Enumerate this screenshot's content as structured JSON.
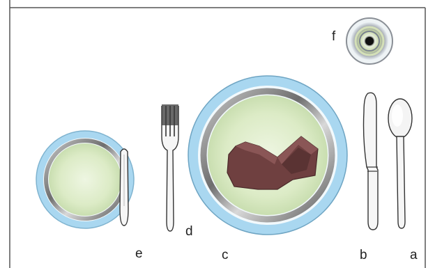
{
  "diagram": {
    "items": [
      {
        "id": "a",
        "label": "a",
        "object": "spoon-icon"
      },
      {
        "id": "b",
        "label": "b",
        "object": "knife-icon"
      },
      {
        "id": "c",
        "label": "c",
        "object": "dinner-plate-with-napkin"
      },
      {
        "id": "d",
        "label": "d",
        "object": "fork-icon"
      },
      {
        "id": "e",
        "label": "e",
        "object": "bread-plate-with-butter-knife"
      },
      {
        "id": "f",
        "label": "f",
        "object": "glass-top-view-icon"
      }
    ],
    "colors": {
      "frame": "#444444",
      "plate_rim": "#a9d7f0",
      "plate_metal": "#8b8b8b",
      "plate_center": "#dcebc6",
      "napkin": "#6f4040",
      "napkin_light": "#8a5656",
      "cutlery": "#f4f4f4",
      "cutlery_outline": "#333333"
    }
  }
}
